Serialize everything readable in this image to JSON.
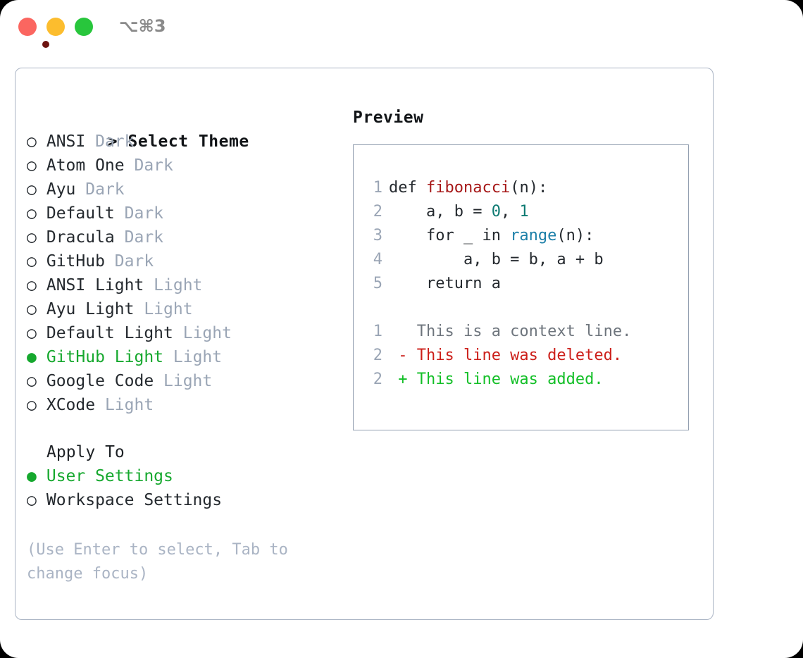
{
  "titlebar": {
    "shortcut": "⌥⌘3",
    "lights": [
      {
        "name": "close",
        "color": "#fb6660"
      },
      {
        "name": "minimize",
        "color": "#fcbd2e"
      },
      {
        "name": "maximize",
        "color": "#28c63c"
      }
    ]
  },
  "theme_picker": {
    "header": "Select Theme",
    "header_prefix": ">",
    "bullet_selected": "●",
    "bullet_unselected": "○",
    "items": [
      {
        "label": "ANSI",
        "mode": "Dark",
        "selected": false
      },
      {
        "label": "Atom One",
        "mode": "Dark",
        "selected": false
      },
      {
        "label": "Ayu",
        "mode": "Dark",
        "selected": false
      },
      {
        "label": "Default",
        "mode": "Dark",
        "selected": false
      },
      {
        "label": "Dracula",
        "mode": "Dark",
        "selected": false
      },
      {
        "label": "GitHub",
        "mode": "Dark",
        "selected": false
      },
      {
        "label": "ANSI Light",
        "mode": "Light",
        "selected": false
      },
      {
        "label": "Ayu Light",
        "mode": "Light",
        "selected": false
      },
      {
        "label": "Default Light",
        "mode": "Light",
        "selected": false
      },
      {
        "label": "GitHub Light",
        "mode": "Light",
        "selected": true
      },
      {
        "label": "Google Code",
        "mode": "Light",
        "selected": false
      },
      {
        "label": "XCode",
        "mode": "Light",
        "selected": false
      }
    ]
  },
  "apply_to": {
    "header": "Apply To",
    "options": [
      {
        "label": "User Settings",
        "selected": true
      },
      {
        "label": "Workspace Settings",
        "selected": false
      }
    ]
  },
  "hint": "(Use Enter to select, Tab to change focus)",
  "preview": {
    "title": "Preview",
    "code_lines": [
      {
        "num": "1",
        "tokens": [
          {
            "text": "def ",
            "type": "kw"
          },
          {
            "text": "fibonacci",
            "type": "fn"
          },
          {
            "text": "(n):",
            "type": "kw"
          }
        ]
      },
      {
        "num": "2",
        "tokens": [
          {
            "text": "    a, b = ",
            "type": "kw"
          },
          {
            "text": "0",
            "type": "num"
          },
          {
            "text": ", ",
            "type": "kw"
          },
          {
            "text": "1",
            "type": "num"
          }
        ]
      },
      {
        "num": "3",
        "tokens": [
          {
            "text": "    for _ in ",
            "type": "kw"
          },
          {
            "text": "range",
            "type": "bi"
          },
          {
            "text": "(n):",
            "type": "kw"
          }
        ]
      },
      {
        "num": "4",
        "tokens": [
          {
            "text": "        a, b = b, a + b",
            "type": "kw"
          }
        ]
      },
      {
        "num": "5",
        "tokens": [
          {
            "text": "    return a",
            "type": "kw"
          }
        ]
      }
    ],
    "diff_lines": [
      {
        "num": "1",
        "marker": "  ",
        "text": "This is a context line.",
        "type": "ctx"
      },
      {
        "num": "2",
        "marker": "- ",
        "text": "This line was deleted.",
        "type": "del"
      },
      {
        "num": "2",
        "marker": "+ ",
        "text": "This line was added.",
        "type": "add"
      }
    ]
  },
  "colors": {
    "accent_green": "#16a82e",
    "diff_add": "#13bf27",
    "diff_delete": "#cc1f1a",
    "function_name": "#a61717",
    "number_literal": "#0d7a72",
    "builtin": "#1b7fa8",
    "muted": "#9aa5b5",
    "border": "#aab4c4"
  }
}
